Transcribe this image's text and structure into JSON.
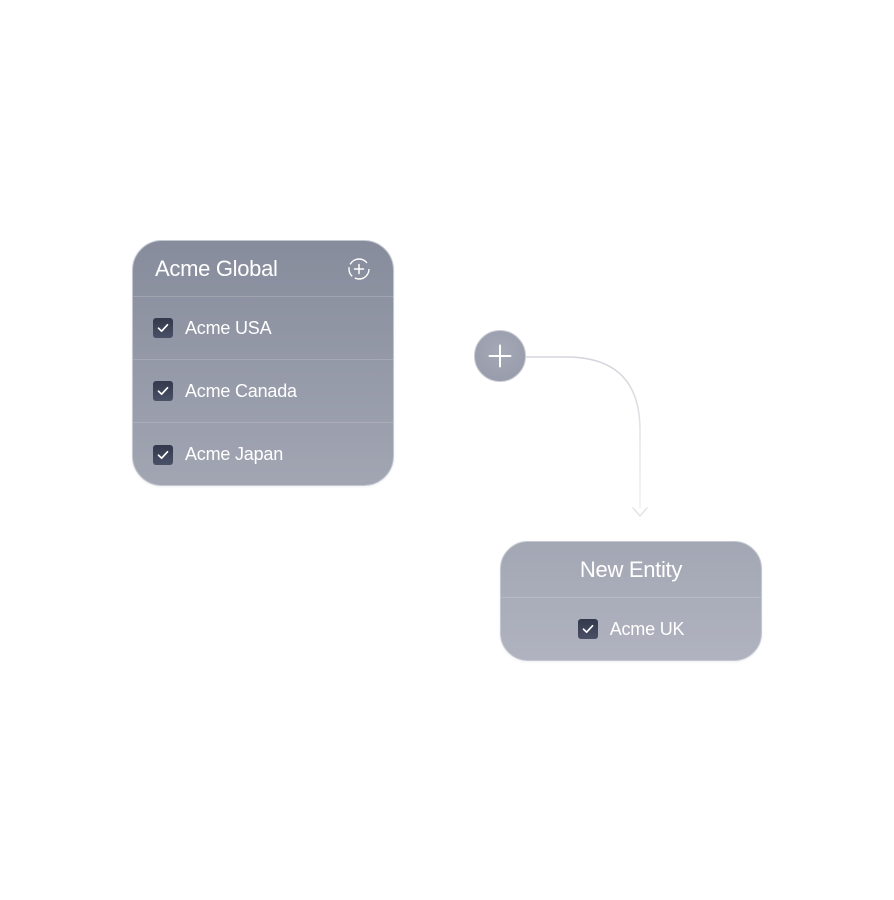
{
  "parent_entity": {
    "title": "Acme Global",
    "add_icon": "plus-circle-dashed-icon",
    "items": [
      {
        "label": "Acme USA",
        "checked": true
      },
      {
        "label": "Acme Canada",
        "checked": true
      },
      {
        "label": "Acme Japan",
        "checked": true
      }
    ]
  },
  "connector": {
    "button_icon": "plus-icon"
  },
  "new_entity": {
    "title": "New Entity",
    "items": [
      {
        "label": "Acme UK",
        "checked": true
      }
    ]
  },
  "colors": {
    "card_top": "#878c9c",
    "card_bottom": "#a2a6b3",
    "checkbox": "#33384c",
    "connector_line": "#d9dbe1"
  }
}
